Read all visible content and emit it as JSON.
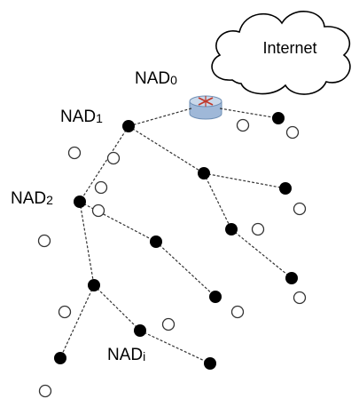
{
  "cloud": {
    "label": "Internet"
  },
  "labels": {
    "nad0": {
      "main": "NAD",
      "sub": "0"
    },
    "nad1": {
      "main": "NAD",
      "sub": "1"
    },
    "nad2": {
      "main": "NAD",
      "sub": "2"
    },
    "nadi": {
      "main": "NAD",
      "sub": "i"
    }
  },
  "colors": {
    "mesh_node": "#000000",
    "client_node_outline": "#333333",
    "router_body": "#9fb8d8",
    "router_top": "#c9d8ea",
    "router_mark": "#c0392b"
  }
}
